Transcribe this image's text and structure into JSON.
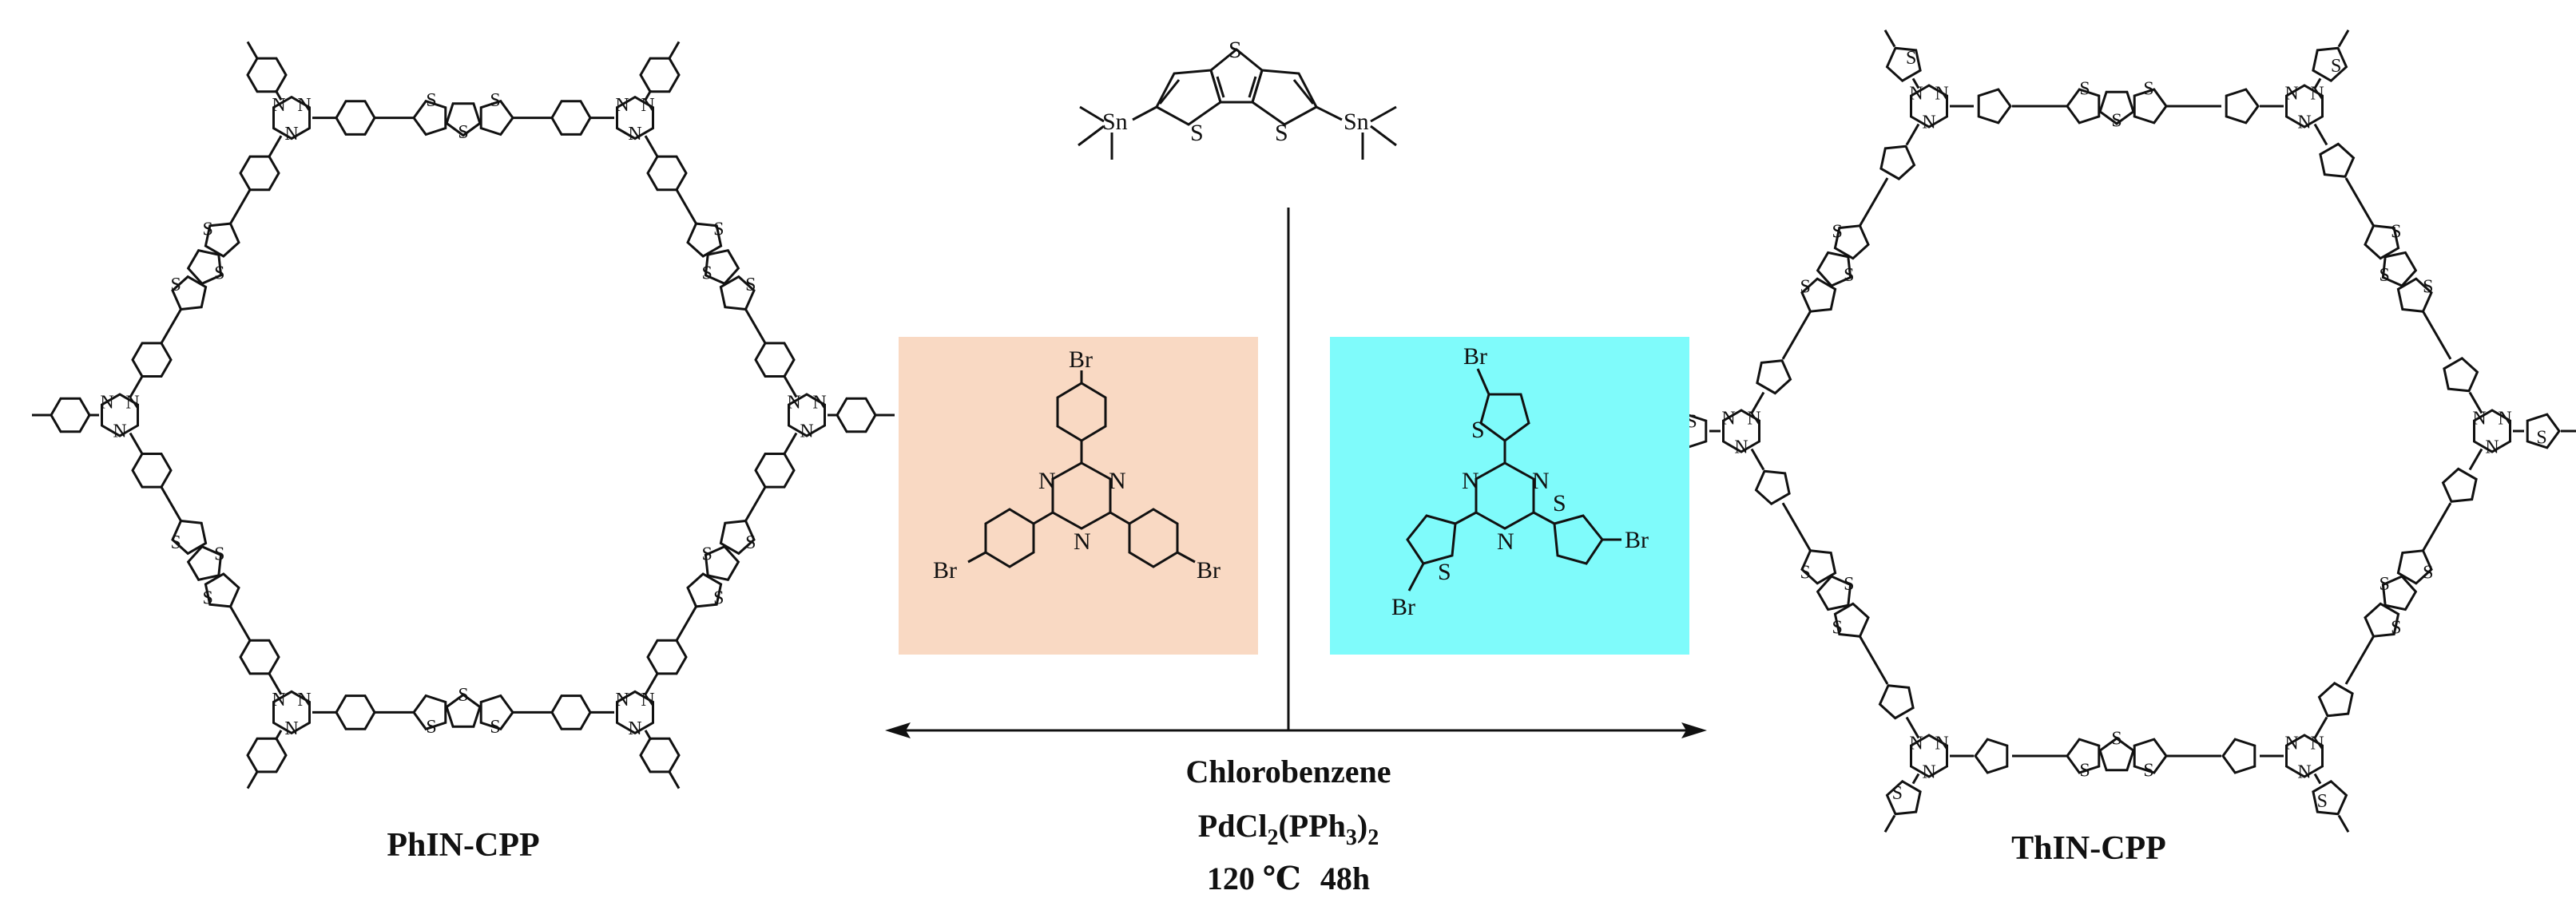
{
  "left_product": {
    "name": "PhIN-CPP"
  },
  "right_product": {
    "name": "ThIN-CPP"
  },
  "reagent_top": {
    "atoms": {
      "tin": "Sn",
      "sulfur": "S"
    }
  },
  "monomer_left": {
    "atoms": {
      "bromine": "Br",
      "nitrogen": "N"
    },
    "box_color": "#f9d9c3"
  },
  "monomer_right": {
    "atoms": {
      "bromine": "Br",
      "nitrogen": "N",
      "sulfur": "S"
    },
    "box_color": "#7ffbfb"
  },
  "conditions": {
    "solvent": "Chlorobenzene",
    "catalyst": {
      "base": "PdCl",
      "sub1": "2",
      "mid": "(PPh",
      "sub2": "3",
      "end": ")",
      "sub3": "2"
    },
    "temperature": "120 ℃",
    "time": "48h"
  },
  "ring_atoms": {
    "sulfur": "S",
    "nitrogen": "N"
  }
}
